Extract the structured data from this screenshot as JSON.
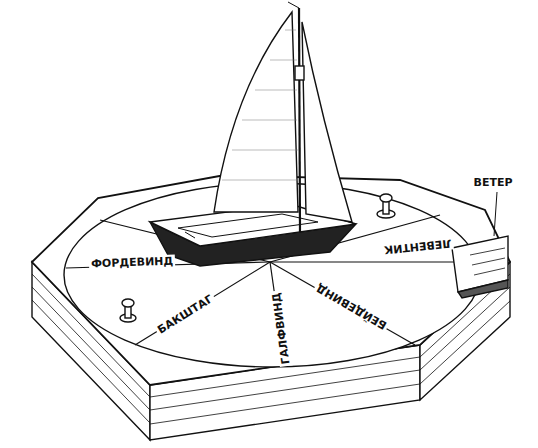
{
  "diagram": {
    "labels": [
      "ФОРДЕВИНД",
      "БАКШТАГ",
      "ГАЛФВИНД",
      "БЕЙДЕВИНД",
      "ЛЕВЕНТИК",
      "ВЕТЕР"
    ]
  }
}
